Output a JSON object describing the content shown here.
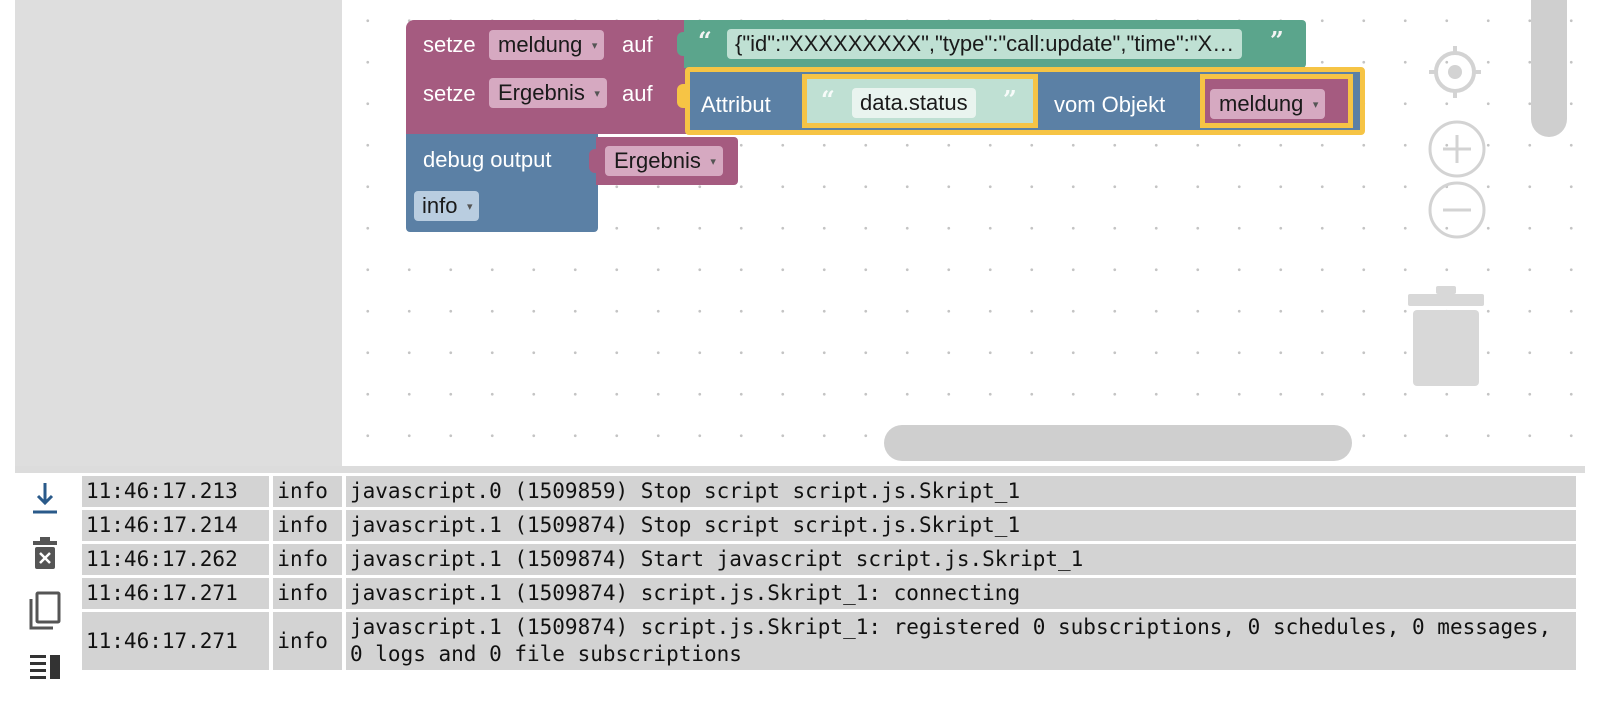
{
  "workspace": {
    "blocks": {
      "set_meldung": {
        "keyword": "setze",
        "variable": "meldung",
        "suffix": "auf"
      },
      "string_value": {
        "open_quote": "“",
        "text": "{\"id\":\"XXXXXXXXX\",\"type\":\"call:update\",\"time\":\"X…",
        "close_quote": "”"
      },
      "set_ergebnis": {
        "keyword": "setze",
        "variable": "Ergebnis",
        "suffix": "auf"
      },
      "attribute": {
        "label": "Attribut",
        "path_open_quote": "“",
        "path": "data.status",
        "path_close_quote": "”",
        "object_label": "vom Objekt",
        "object_var": "meldung"
      },
      "debug": {
        "label": "debug output",
        "variable": "Ergebnis",
        "level": "info"
      }
    },
    "colors": {
      "variables_block": "#a55b80",
      "text_block": "#5ba58c",
      "object_block": "#5b80a5",
      "highlight": "#f6c445",
      "canvas_background": "#ffffff",
      "sidebar_background": "#dedede"
    },
    "controls": {
      "center_icon": "crosshair-icon",
      "zoom_in_icon": "plus-circle-icon",
      "zoom_out_icon": "minus-circle-icon",
      "trash_icon": "trash-can-icon"
    }
  },
  "log": {
    "toolbar": [
      "scroll-to-bottom-icon",
      "delete-log-icon",
      "copy-icon",
      "toggle-view-icon"
    ],
    "rows": [
      {
        "time": "11:46:17.213",
        "level": "info",
        "message": "javascript.0 (1509859) Stop script script.js.Skript_1"
      },
      {
        "time": "11:46:17.214",
        "level": "info",
        "message": "javascript.1 (1509874) Stop script script.js.Skript_1"
      },
      {
        "time": "11:46:17.262",
        "level": "info",
        "message": "javascript.1 (1509874) Start javascript script.js.Skript_1"
      },
      {
        "time": "11:46:17.271",
        "level": "info",
        "message": "javascript.1 (1509874) script.js.Skript_1: connecting"
      },
      {
        "time": "11:46:17.271",
        "level": "info",
        "message": "javascript.1 (1509874) script.js.Skript_1: registered 0 subscriptions, 0 schedules, 0 messages, 0 logs and 0 file subscriptions"
      }
    ]
  }
}
